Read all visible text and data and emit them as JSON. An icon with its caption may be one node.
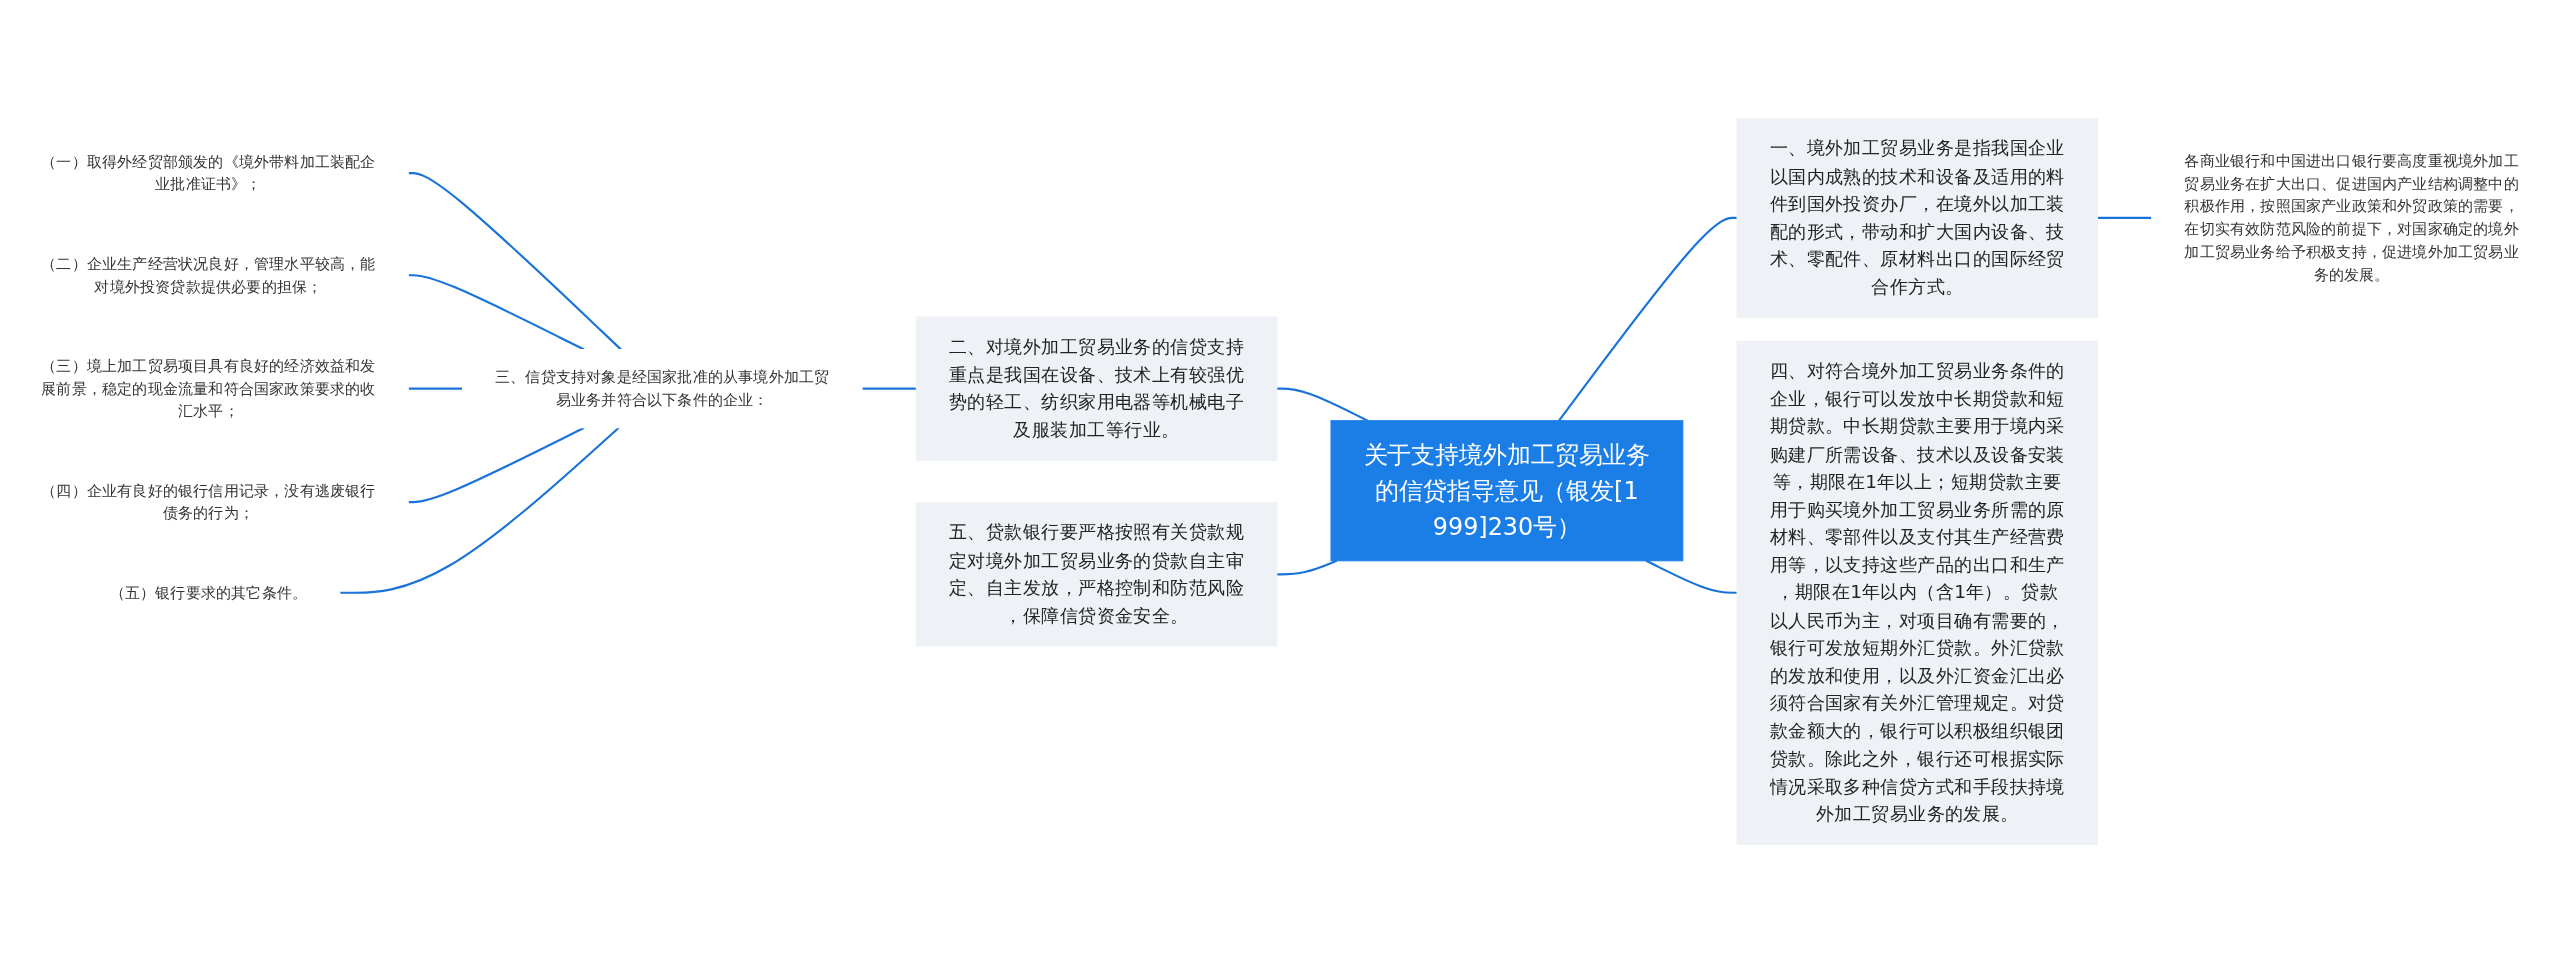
{
  "diagram": {
    "nodes": [
      {
        "text": [
          "关于支持境外加工贸易业务的信贷指导意见（银发[1999]230号）"
        ]
      },
      {
        "text": [
          "一、境外加工贸易业务是指我国企业以国内成熟的技术和设备及适用的料件到国外投资办厂，在境外以加工装配的形式，带动和扩大国内设备、技术、零配件、原材料出口的国际经贸合作方式。"
        ]
      },
      {
        "text": [
          "各商业银行和中国进出口银行要高度重视境外加工贸易业务在扩大出口、促进国内产业结构调整中的积极作用，按照国家产业政策和外贸政策的需要，在切实有效防范风险的前提下，对国家确定的境外加工贸易业务给予积极支持，促进境外加工贸易业务的发展。"
        ]
      },
      {
        "text": [
          "四、对符合境外加工贸易业务条件的企业，银行可以发放中长期贷款和短期贷款。中长期贷款主要用于境内采购建厂所需设备、技术以及设备安装等，期限在1年以上；短期贷款主要用于购买境外加工贸易业务所需的原材料、零部件以及支付其生产经营费用等，以支持这些产品的出口和生产，期限在1年以内（含1年）。贷款以人民币为主，对项目确有需要的，银行可发放短期外汇贷款。外汇贷款的发放和使用，以及外汇资金汇出必须符合国家有关外汇管理规定。对贷款金额大的，银行可以积极组织银团贷款。除此之外，银行还可根据实际情况采取多种信贷方式和手段扶持境外加工贸易业务的发展。"
        ]
      },
      {
        "text": [
          "二、对境外加工贸易业务的信贷支持重点是我国在设备、技术上有较强优势的轻工、纺织家用电器等机械电子及服装加工等行业。"
        ]
      },
      {
        "text": [
          "三、信贷支持对象是经国家批准的从事境外加工贸易业务并符合以下条件的企业："
        ]
      },
      {
        "text": [
          "（一）取得外经贸部颁发的《境外带料加工装配企业批准证书》；"
        ]
      },
      {
        "text": [
          "（二）企业生产经营状况良好，管理水平较高，能对境外投资贷款提供必要的担保；"
        ]
      },
      {
        "text": [
          "（三）境上加工贸易项目具有良好的经济效益和发展前景，稳定的现金流量和符合国家政策要求的收汇水平；"
        ]
      },
      {
        "text": [
          "（四）企业有良好的银行信用记录，没有逃废银行债务的行为；"
        ]
      },
      {
        "text": [
          "（五）银行要求的其它条件。"
        ]
      },
      {
        "text": [
          "五、贷款银行要严格按照有关贷款规定对境外加工贸易业务的贷款自主审定、自主发放，严格控制和防范风险，保障信贷资金安全。"
        ]
      }
    ],
    "edges": [
      {
        "from": 0,
        "to": 1,
        "arrow": "none"
      },
      {
        "from": 1,
        "to": 2,
        "arrow": "none"
      },
      {
        "from": 0,
        "to": 3,
        "arrow": "none"
      },
      {
        "from": 0,
        "to": 4,
        "arrow": "none"
      },
      {
        "from": 4,
        "to": 5,
        "arrow": "none"
      },
      {
        "from": 5,
        "to": 6,
        "arrow": "none"
      },
      {
        "from": 5,
        "to": 7,
        "arrow": "none"
      },
      {
        "from": 5,
        "to": 8,
        "arrow": "none"
      },
      {
        "from": 5,
        "to": 9,
        "arrow": "none"
      },
      {
        "from": 5,
        "to": 10,
        "arrow": "none"
      },
      {
        "from": 0,
        "to": 11,
        "arrow": "none"
      }
    ]
  }
}
